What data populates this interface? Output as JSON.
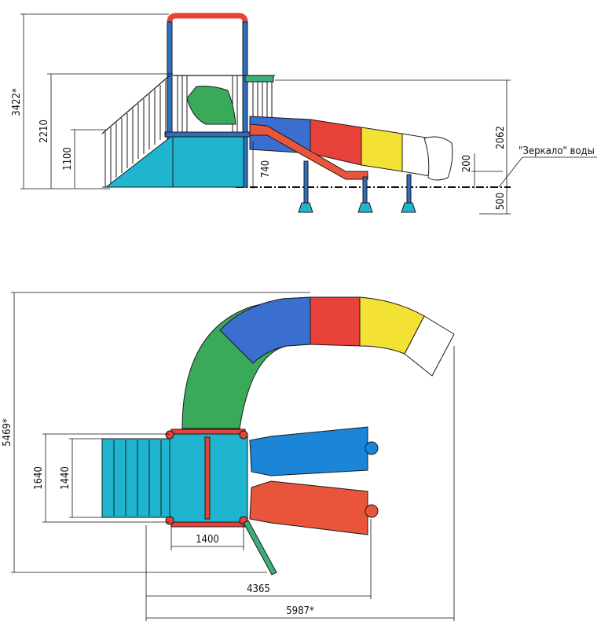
{
  "drawing": {
    "side_view": {
      "dimensions": {
        "total_height": "3422*",
        "platform_rail_height": "2210",
        "platform_height": "1100",
        "slide_exit_height": "740",
        "slide_top_height": "2062",
        "exit_over_water": "200",
        "water_depth": "500"
      },
      "water_label": "\"Зеркало\" воды"
    },
    "top_view": {
      "dimensions": {
        "total_width": "5469*",
        "platform_outer": "1640",
        "platform_inner": "1440",
        "platform_length": "1400",
        "straight_slides_length": "4365",
        "total_length": "5987*"
      }
    }
  },
  "colors": {
    "platform": "#1fb5cf",
    "frame": "#2f6fc0",
    "red": "#e8413a",
    "blue": "#3a6fd0",
    "yellow": "#f3e234",
    "green": "#3aaa5a",
    "white": "#ffffff",
    "slide_blue": "#1b86d8",
    "slide_red": "#e8553a",
    "handrail_green": "#3cae7a"
  }
}
